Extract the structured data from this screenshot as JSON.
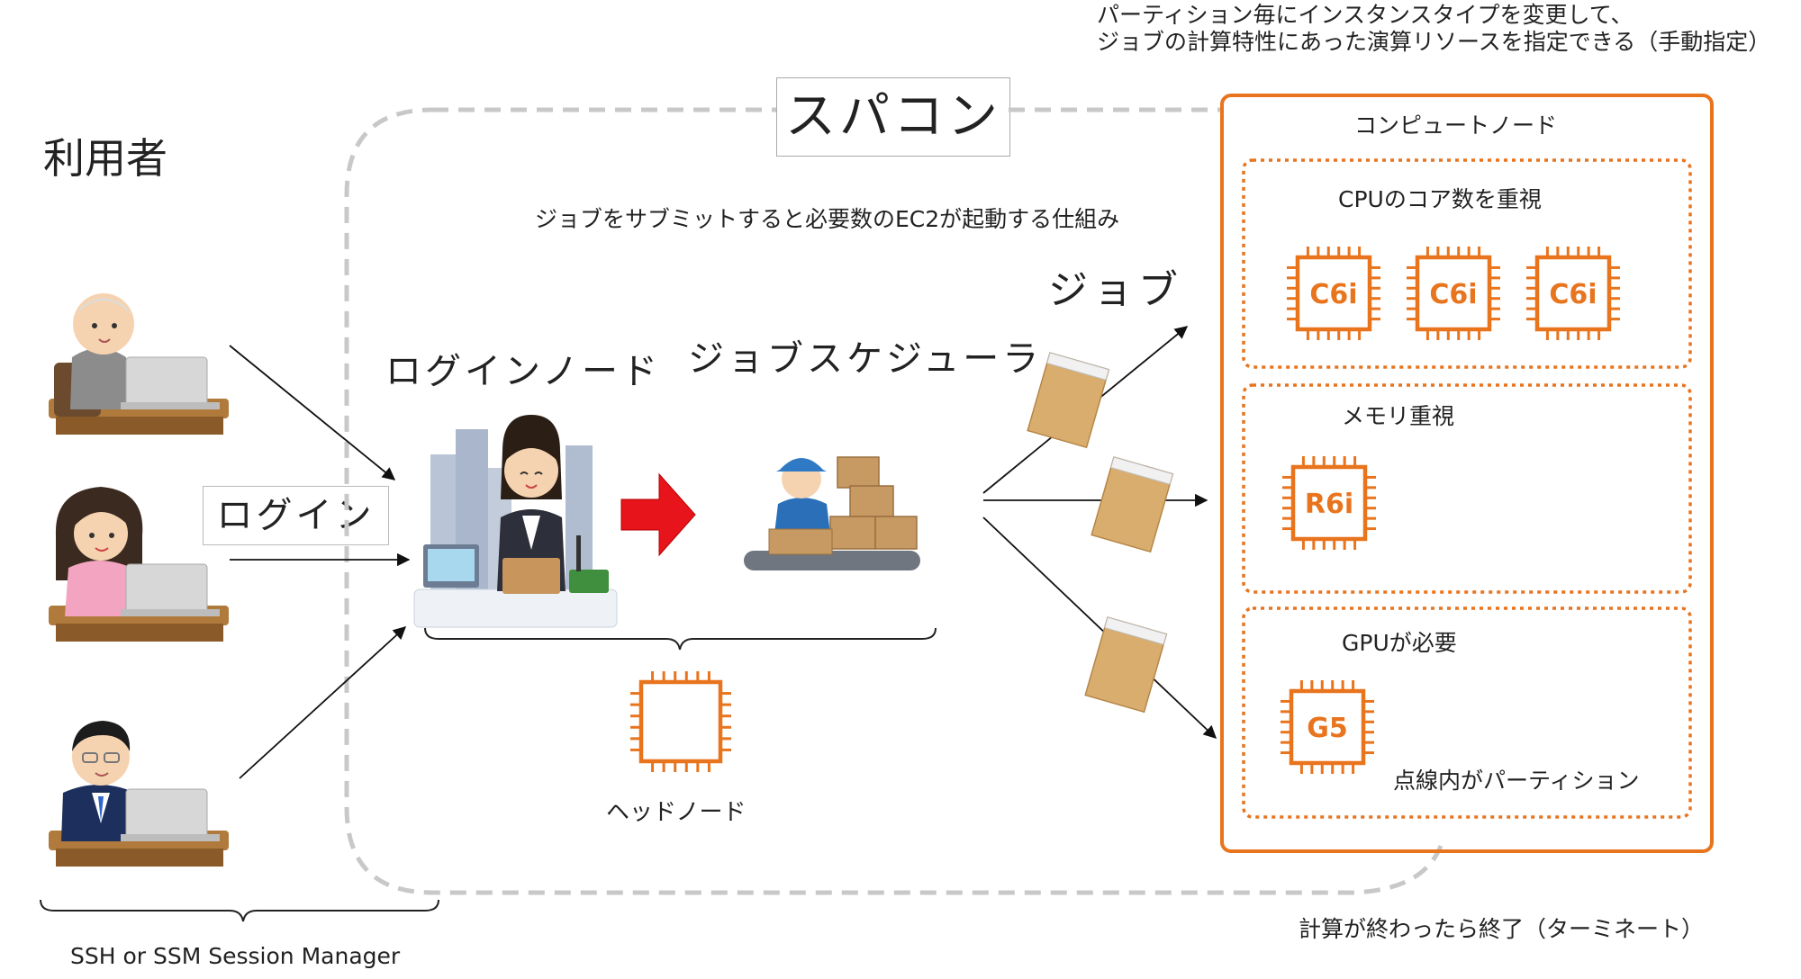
{
  "top_note": {
    "line1": "パーティション毎にインスタンスタイプを変更して、",
    "line2": "ジョブの計算特性にあった演算リソースを指定できる（手動指定）"
  },
  "users": {
    "title": "利用者",
    "access_label": "SSH or SSM Session Manager"
  },
  "login_box": "ログイン",
  "supercomputer": {
    "title": "スパコン",
    "caption": "ジョブをサブミットすると必要数のEC2が起動する仕組み",
    "login_node_label": "ログインノード",
    "scheduler_label": "ジョブスケジューラ",
    "head_node_label": "ヘッドノード"
  },
  "job_label": "ジョブ",
  "compute_nodes": {
    "title": "コンピュートノード",
    "partitions": [
      {
        "label": "CPUのコア数を重視",
        "chips": [
          "C6i",
          "C6i",
          "C6i"
        ]
      },
      {
        "label": "メモリ重視",
        "chips": [
          "R6i"
        ]
      },
      {
        "label": "GPUが必要",
        "chips": [
          "G5"
        ]
      }
    ],
    "partition_note": "点線内がパーティション"
  },
  "terminate_note": "計算が終わったら終了（ターミネート）",
  "colors": {
    "aws_orange": "#E8741E",
    "dashed_gray": "#c8c8c8",
    "arrow_red": "#e8141c",
    "envelope": "#d9ad6e"
  }
}
